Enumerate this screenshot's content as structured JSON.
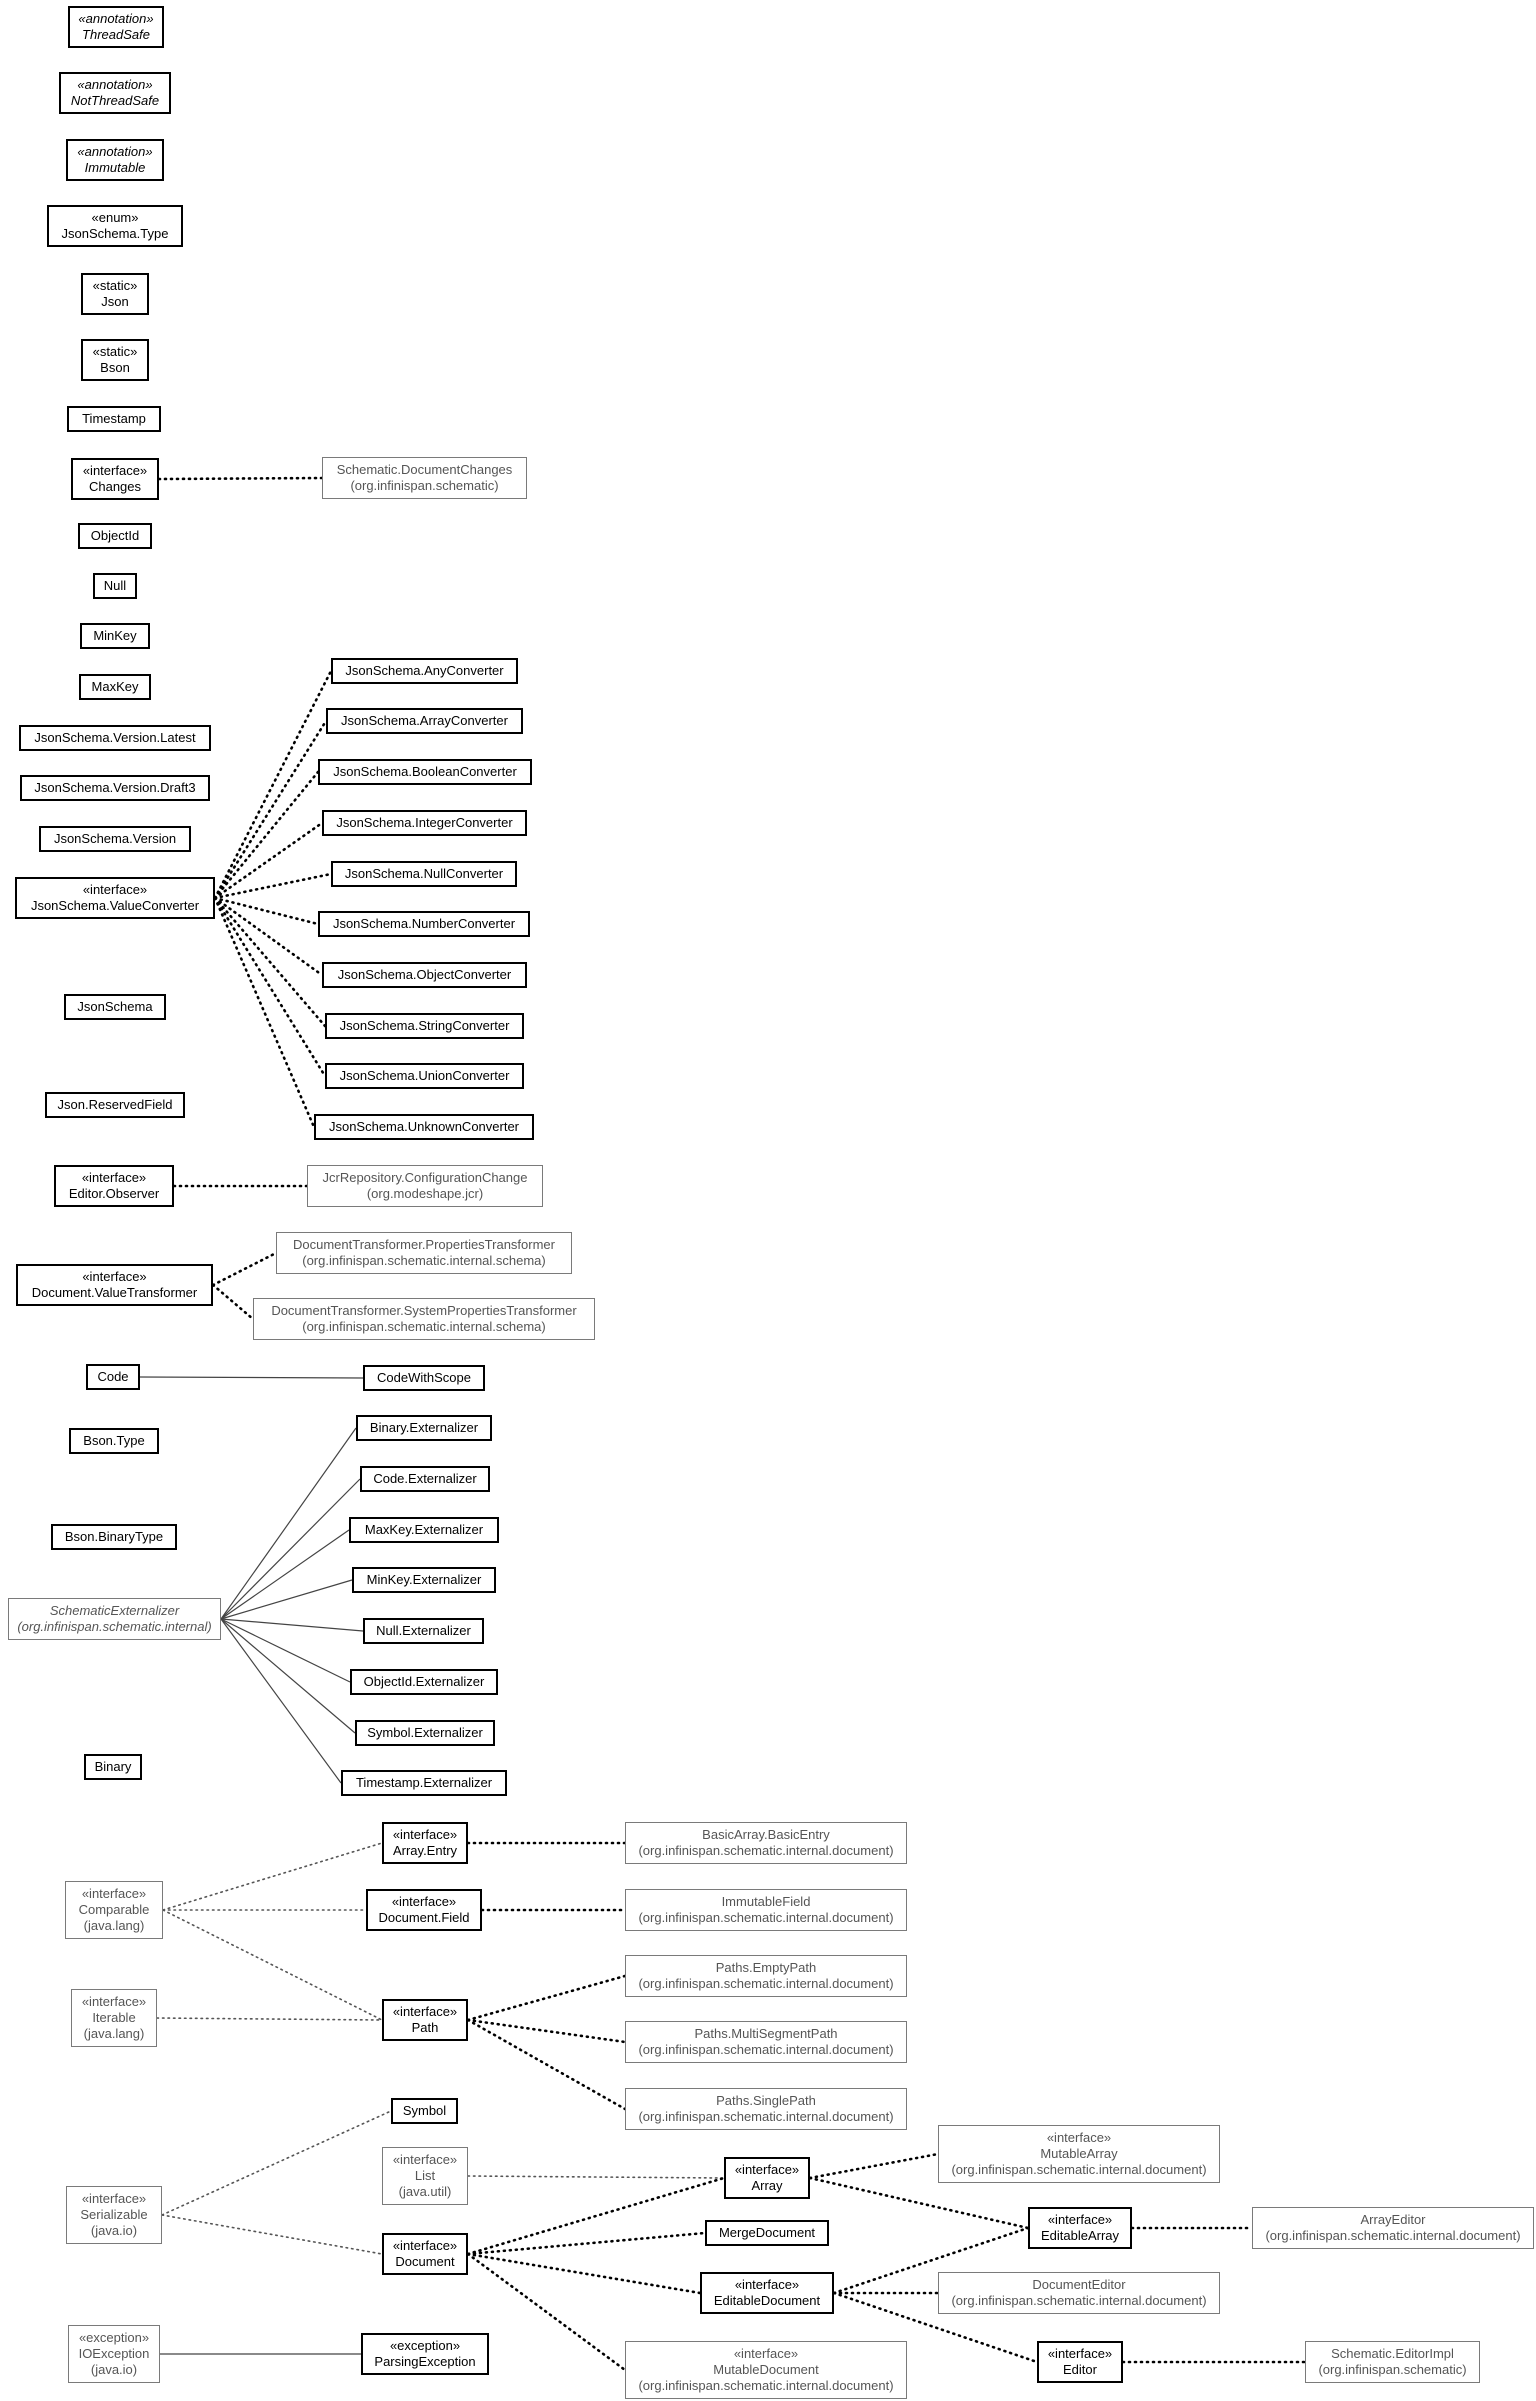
{
  "nodes": [
    {
      "id": "threadsafe",
      "stereotype": "«annotation»",
      "name": "ThreadSafe",
      "italic": true,
      "external": false
    },
    {
      "id": "notthreadsafe",
      "stereotype": "«annotation»",
      "name": "NotThreadSafe",
      "italic": true,
      "external": false
    },
    {
      "id": "immutable",
      "stereotype": "«annotation»",
      "name": "Immutable",
      "italic": true,
      "external": false
    },
    {
      "id": "jsonschema-type",
      "stereotype": "«enum»",
      "name": "JsonSchema.Type",
      "external": false
    },
    {
      "id": "json",
      "stereotype": "«static»",
      "name": "Json",
      "external": false
    },
    {
      "id": "bson",
      "stereotype": "«static»",
      "name": "Bson",
      "external": false
    },
    {
      "id": "timestamp",
      "name": "Timestamp",
      "external": false
    },
    {
      "id": "changes",
      "stereotype": "«interface»",
      "name": "Changes",
      "external": false
    },
    {
      "id": "schematic-documentchanges",
      "name": "Schematic.DocumentChanges",
      "package": "(org.infinispan.schematic)",
      "external": true
    },
    {
      "id": "objectid",
      "name": "ObjectId",
      "external": false
    },
    {
      "id": "null",
      "name": "Null",
      "external": false
    },
    {
      "id": "minkey",
      "name": "MinKey",
      "external": false
    },
    {
      "id": "maxkey",
      "name": "MaxKey",
      "external": false
    },
    {
      "id": "jsonschema-version-latest",
      "name": "JsonSchema.Version.Latest",
      "external": false
    },
    {
      "id": "jsonschema-version-draft3",
      "name": "JsonSchema.Version.Draft3",
      "external": false
    },
    {
      "id": "jsonschema-version",
      "name": "JsonSchema.Version",
      "external": false
    },
    {
      "id": "valueconverter",
      "stereotype": "«interface»",
      "name": "JsonSchema.ValueConverter",
      "external": false
    },
    {
      "id": "anyconverter",
      "name": "JsonSchema.AnyConverter",
      "external": false
    },
    {
      "id": "arrayconverter",
      "name": "JsonSchema.ArrayConverter",
      "external": false
    },
    {
      "id": "booleanconverter",
      "name": "JsonSchema.BooleanConverter",
      "external": false
    },
    {
      "id": "integerconverter",
      "name": "JsonSchema.IntegerConverter",
      "external": false
    },
    {
      "id": "nullconverter",
      "name": "JsonSchema.NullConverter",
      "external": false
    },
    {
      "id": "numberconverter",
      "name": "JsonSchema.NumberConverter",
      "external": false
    },
    {
      "id": "objectconverter",
      "name": "JsonSchema.ObjectConverter",
      "external": false
    },
    {
      "id": "stringconverter",
      "name": "JsonSchema.StringConverter",
      "external": false
    },
    {
      "id": "unionconverter",
      "name": "JsonSchema.UnionConverter",
      "external": false
    },
    {
      "id": "unknownconverter",
      "name": "JsonSchema.UnknownConverter",
      "external": false
    },
    {
      "id": "jsonschema",
      "name": "JsonSchema",
      "external": false
    },
    {
      "id": "json-reservedfield",
      "name": "Json.ReservedField",
      "external": false
    },
    {
      "id": "editor-observer",
      "stereotype": "«interface»",
      "name": "Editor.Observer",
      "external": false
    },
    {
      "id": "jcr-configurationchange",
      "name": "JcrRepository.ConfigurationChange",
      "package": "(org.modeshape.jcr)",
      "external": true
    },
    {
      "id": "valuetransformer",
      "stereotype": "«interface»",
      "name": "Document.ValueTransformer",
      "external": false
    },
    {
      "id": "propertiestransformer",
      "name": "DocumentTransformer.PropertiesTransformer",
      "package": "(org.infinispan.schematic.internal.schema)",
      "external": true
    },
    {
      "id": "systempropertiestransformer",
      "name": "DocumentTransformer.SystemPropertiesTransformer",
      "package": "(org.infinispan.schematic.internal.schema)",
      "external": true
    },
    {
      "id": "code",
      "name": "Code",
      "external": false
    },
    {
      "id": "codewithscope",
      "name": "CodeWithScope",
      "external": false
    },
    {
      "id": "bson-type",
      "name": "Bson.Type",
      "external": false
    },
    {
      "id": "bson-binarytype",
      "name": "Bson.BinaryType",
      "external": false
    },
    {
      "id": "schematicexternalizer",
      "name": "SchematicExternalizer",
      "package": "(org.infinispan.schematic.internal)",
      "external": true,
      "italic": true
    },
    {
      "id": "binary-externalizer",
      "name": "Binary.Externalizer",
      "external": false
    },
    {
      "id": "code-externalizer",
      "name": "Code.Externalizer",
      "external": false
    },
    {
      "id": "maxkey-externalizer",
      "name": "MaxKey.Externalizer",
      "external": false
    },
    {
      "id": "minkey-externalizer",
      "name": "MinKey.Externalizer",
      "external": false
    },
    {
      "id": "null-externalizer",
      "name": "Null.Externalizer",
      "external": false
    },
    {
      "id": "objectid-externalizer",
      "name": "ObjectId.Externalizer",
      "external": false
    },
    {
      "id": "symbol-externalizer",
      "name": "Symbol.Externalizer",
      "external": false
    },
    {
      "id": "timestamp-externalizer",
      "name": "Timestamp.Externalizer",
      "external": false
    },
    {
      "id": "binary",
      "name": "Binary",
      "external": false
    },
    {
      "id": "comparable",
      "stereotype": "«interface»",
      "name": "Comparable",
      "package": "(java.lang)",
      "external": true
    },
    {
      "id": "array-entry",
      "stereotype": "«interface»",
      "name": "Array.Entry",
      "external": false
    },
    {
      "id": "basicentry",
      "name": "BasicArray.BasicEntry",
      "package": "(org.infinispan.schematic.internal.document)",
      "external": true
    },
    {
      "id": "document-field",
      "stereotype": "«interface»",
      "name": "Document.Field",
      "external": false
    },
    {
      "id": "immutablefield",
      "name": "ImmutableField",
      "package": "(org.infinispan.schematic.internal.document)",
      "external": true
    },
    {
      "id": "iterable",
      "stereotype": "«interface»",
      "name": "Iterable",
      "package": "(java.lang)",
      "external": true
    },
    {
      "id": "path",
      "stereotype": "«interface»",
      "name": "Path",
      "external": false
    },
    {
      "id": "emptypath",
      "name": "Paths.EmptyPath",
      "package": "(org.infinispan.schematic.internal.document)",
      "external": true
    },
    {
      "id": "multisegmentpath",
      "name": "Paths.MultiSegmentPath",
      "package": "(org.infinispan.schematic.internal.document)",
      "external": true
    },
    {
      "id": "singlepath",
      "name": "Paths.SinglePath",
      "package": "(org.infinispan.schematic.internal.document)",
      "external": true
    },
    {
      "id": "symbol",
      "name": "Symbol",
      "external": false
    },
    {
      "id": "list",
      "stereotype": "«interface»",
      "name": "List",
      "package": "(java.util)",
      "external": true
    },
    {
      "id": "array",
      "stereotype": "«interface»",
      "name": "Array",
      "external": false
    },
    {
      "id": "mutablearray",
      "stereotype": "«interface»",
      "name": "MutableArray",
      "package": "(org.infinispan.schematic.internal.document)",
      "external": true
    },
    {
      "id": "serializable",
      "stereotype": "«interface»",
      "name": "Serializable",
      "package": "(java.io)",
      "external": true
    },
    {
      "id": "editablearray",
      "stereotype": "«interface»",
      "name": "EditableArray",
      "external": false
    },
    {
      "id": "arrayeditor",
      "name": "ArrayEditor",
      "package": "(org.infinispan.schematic.internal.document)",
      "external": true
    },
    {
      "id": "document",
      "stereotype": "«interface»",
      "name": "Document",
      "external": false
    },
    {
      "id": "mergedocument",
      "name": "MergeDocument",
      "external": false
    },
    {
      "id": "editabledocument",
      "stereotype": "«interface»",
      "name": "EditableDocument",
      "external": false
    },
    {
      "id": "documenteditor",
      "name": "DocumentEditor",
      "package": "(org.infinispan.schematic.internal.document)",
      "external": true
    },
    {
      "id": "editor",
      "stereotype": "«interface»",
      "name": "Editor",
      "external": false
    },
    {
      "id": "schematic-editorimpl",
      "name": "Schematic.EditorImpl",
      "package": "(org.infinispan.schematic)",
      "external": true
    },
    {
      "id": "ioexception",
      "stereotype": "«exception»",
      "name": "IOException",
      "package": "(java.io)",
      "external": true
    },
    {
      "id": "parsingexception",
      "stereotype": "«exception»",
      "name": "ParsingException",
      "external": false
    },
    {
      "id": "mutabledocument",
      "stereotype": "«interface»",
      "name": "MutableDocument",
      "package": "(org.infinispan.schematic.internal.document)",
      "external": true
    }
  ]
}
